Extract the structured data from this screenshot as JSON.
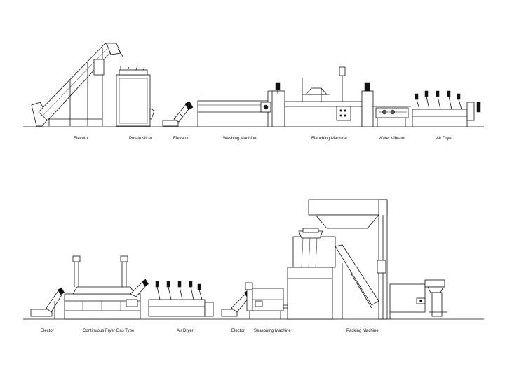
{
  "diagram": {
    "rows": [
      {
        "machines": [
          {
            "id": "elevator-1",
            "label": "Elevator"
          },
          {
            "id": "potato-slicer",
            "label": "Potato slicer"
          },
          {
            "id": "elevator-2",
            "label": "Elevator"
          },
          {
            "id": "washing-machine",
            "label": "Washing Machine"
          },
          {
            "id": "blanching-machine",
            "label": "Blanching Machine"
          },
          {
            "id": "water-vibrator",
            "label": "Water Vibrator"
          },
          {
            "id": "air-dryer-1",
            "label": "Air Dryer"
          }
        ]
      },
      {
        "machines": [
          {
            "id": "elevator-3",
            "label": "Elector"
          },
          {
            "id": "continuous-fryer",
            "label": "Continuous Fryer Gas Type"
          },
          {
            "id": "air-dryer-2",
            "label": "Air Dryer"
          },
          {
            "id": "elevator-4",
            "label": "Elector"
          },
          {
            "id": "seasoning-machine",
            "label": "Seasoning Machine"
          },
          {
            "id": "packing-machine",
            "label": "Packing Machine"
          }
        ]
      }
    ]
  }
}
